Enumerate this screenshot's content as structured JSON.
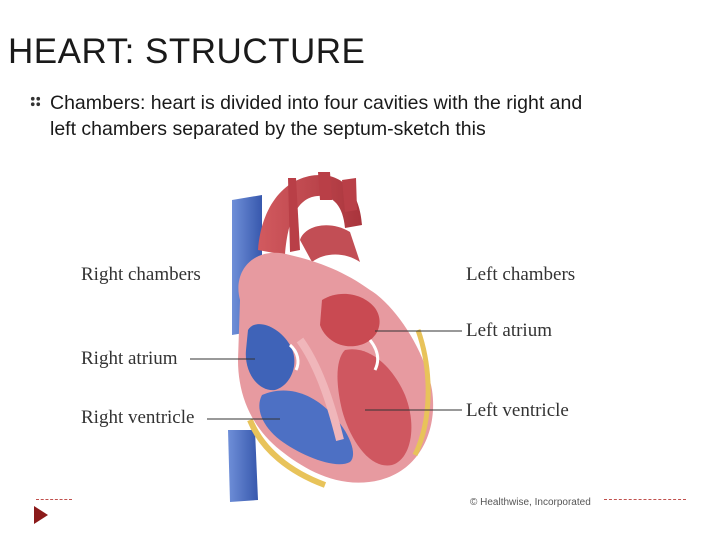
{
  "slide": {
    "title": "HEART: STRUCTURE",
    "bullets": [
      "Chambers: heart is divided into four cavities with the right and left chambers separated by the septum-sketch this"
    ]
  },
  "figure": {
    "labels": {
      "right_chambers": "Right chambers",
      "right_atrium": "Right atrium",
      "right_ventricle": "Right ventricle",
      "left_chambers": "Left chambers",
      "left_atrium": "Left atrium",
      "left_ventricle": "Left ventricle"
    },
    "credit": "© Healthwise, Incorporated"
  },
  "colors": {
    "accent": "#c0504d",
    "nav_arrow": "#8b1a1a",
    "blood_red": "#c94a52",
    "blood_blue": "#3f63b8",
    "tissue_pink": "#e79aa0"
  },
  "icons": {
    "bullet": "flourish-bullet-icon",
    "nav": "play-arrow-icon"
  }
}
